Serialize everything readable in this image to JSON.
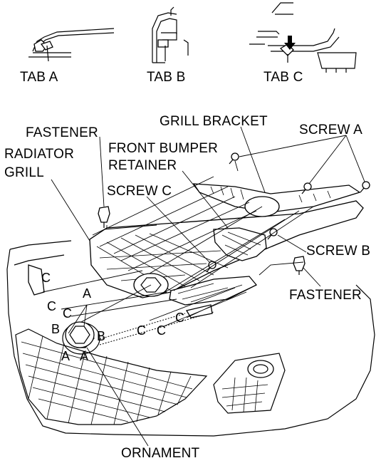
{
  "labels": {
    "tab_a": "TAB A",
    "tab_b": "TAB B",
    "tab_c": "TAB C",
    "grill_bracket": "GRILL BRACKET",
    "fastener_top": "FASTENER",
    "screw_a": "SCREW A",
    "radiator_grill_1": "RADIATOR",
    "radiator_grill_2": "GRILL",
    "front_bumper_retainer_1": "FRONT BUMPER",
    "front_bumper_retainer_2": "RETAINER",
    "screw_c": "SCREW C",
    "screw_b": "SCREW B",
    "fastener_right": "FASTENER",
    "ornament": "ORNAMENT"
  },
  "callouts": {
    "a": "A",
    "b": "B",
    "c": "C"
  }
}
